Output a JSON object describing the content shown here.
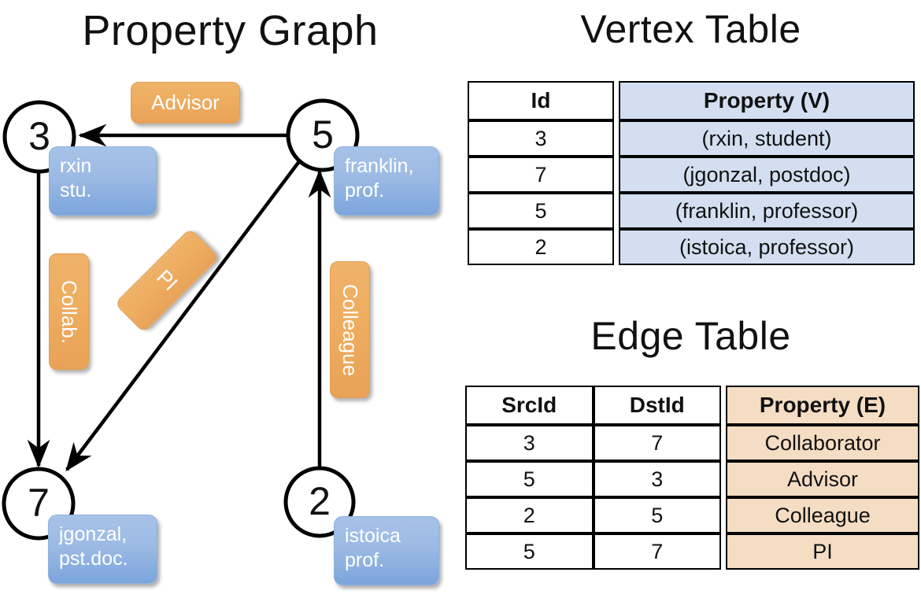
{
  "titles": {
    "property_graph": "Property Graph",
    "vertex_table": "Vertex Table",
    "edge_table": "Edge Table"
  },
  "colors": {
    "vertex_property_fill": "#d3dff1",
    "edge_property_fill": "#f5ddc4",
    "vertex_box_fill": "#9cbae4",
    "edge_label_fill": "#eeae61",
    "stroke": "#000000"
  },
  "graph": {
    "nodes": [
      {
        "id": "3",
        "label": "3",
        "property_line1": "rxin",
        "property_line2": "stu."
      },
      {
        "id": "5",
        "label": "5",
        "property_line1": "franklin,",
        "property_line2": "prof."
      },
      {
        "id": "7",
        "label": "7",
        "property_line1": "jgonzal,",
        "property_line2": "pst.doc."
      },
      {
        "id": "2",
        "label": "2",
        "property_line1": "istoica",
        "property_line2": "prof."
      }
    ],
    "edges": [
      {
        "from": "5",
        "to": "3",
        "label": "Advisor"
      },
      {
        "from": "3",
        "to": "7",
        "label": "Collab."
      },
      {
        "from": "5",
        "to": "7",
        "label": "PI"
      },
      {
        "from": "2",
        "to": "5",
        "label": "Colleague"
      }
    ]
  },
  "vertex_table": {
    "headers": [
      "Id",
      "Property (V)"
    ],
    "rows": [
      {
        "id": "3",
        "property": "(rxin, student)"
      },
      {
        "id": "7",
        "property": "(jgonzal, postdoc)"
      },
      {
        "id": "5",
        "property": "(franklin, professor)"
      },
      {
        "id": "2",
        "property": "(istoica, professor)"
      }
    ]
  },
  "edge_table": {
    "headers": [
      "SrcId",
      "DstId",
      "Property (E)"
    ],
    "rows": [
      {
        "src": "3",
        "dst": "7",
        "property": "Collaborator"
      },
      {
        "src": "5",
        "dst": "3",
        "property": "Advisor"
      },
      {
        "src": "2",
        "dst": "5",
        "property": "Colleague"
      },
      {
        "src": "5",
        "dst": "7",
        "property": "PI"
      }
    ]
  }
}
